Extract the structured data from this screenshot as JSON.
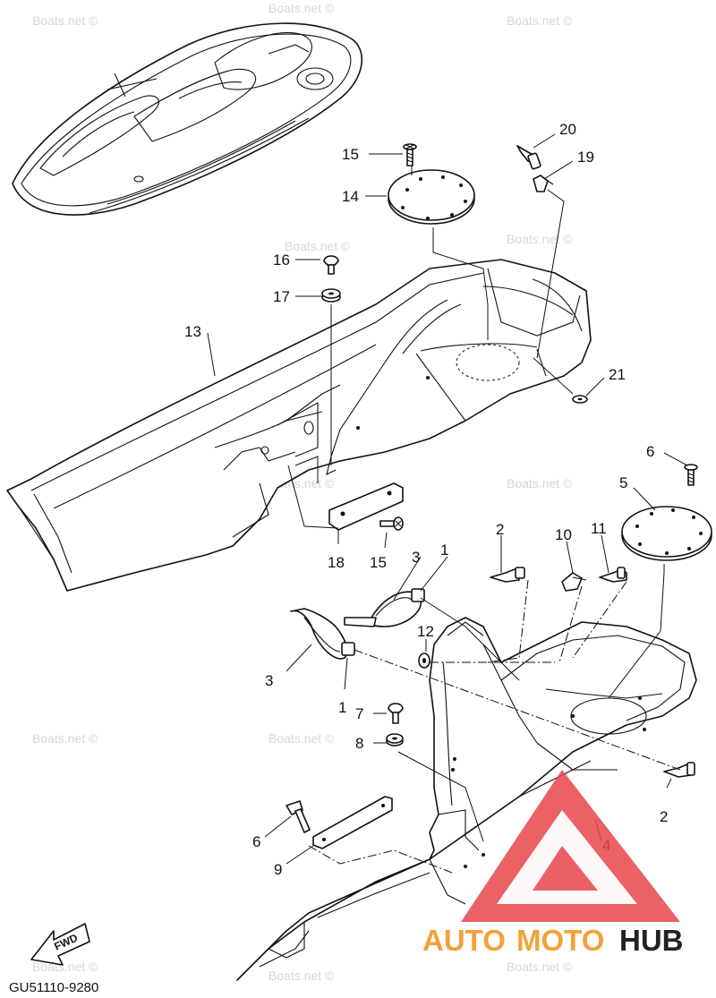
{
  "diagram_code": "GU51110-9280",
  "fwd_label": "FWD",
  "watermark_text": "Boats.net ©",
  "logo": {
    "part1": "AUTO",
    "part2": "MOTO",
    "part3": "HUB",
    "color_red": "#e8454a",
    "color_orange": "#f2a23a",
    "color_dark": "#222222"
  },
  "callouts": [
    "20",
    "19",
    "15",
    "14",
    "16",
    "17",
    "13",
    "21",
    "6",
    "5",
    "18",
    "15",
    "2",
    "10",
    "11",
    "3",
    "1",
    "12",
    "3",
    "1",
    "7",
    "8",
    "2",
    "6",
    "9",
    "4"
  ]
}
